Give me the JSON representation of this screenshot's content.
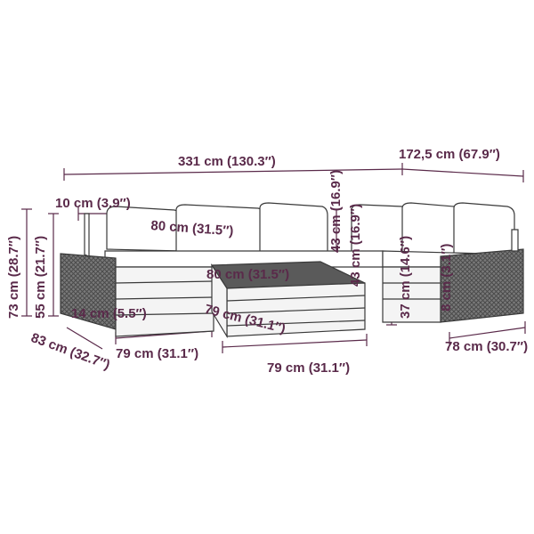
{
  "diagram": {
    "dimensions": {
      "total_width": "331 cm (130.3″)",
      "corner_width": "172,5 cm (67.9″)",
      "armrest_width": "10 cm (3.9″)",
      "total_height": "73 cm (28.7″)",
      "seat_height": "55 cm (21.7″)",
      "back_cushion_width": "80 cm (31.5″)",
      "cushion_height": "43 cm (16.9″)",
      "module_depth": "80 cm (31.5″)",
      "backrest_thickness": "14 cm (5.5″)",
      "depth": "83 cm (32.7″)",
      "module_width": "79 cm (31.1″)",
      "table_depth": "79 cm (31.1″)",
      "table_width": "79 cm (31.1″)",
      "table_height": "37 cm (14.6″)",
      "leg_gap": "8 cm (3.1″)",
      "side_depth": "78 cm (30.7″)"
    },
    "colors": {
      "text": "#5a2a4a",
      "line": "#3a3a3a",
      "rattan": "#6d6d6d",
      "wood": "#f4f4f4"
    }
  }
}
